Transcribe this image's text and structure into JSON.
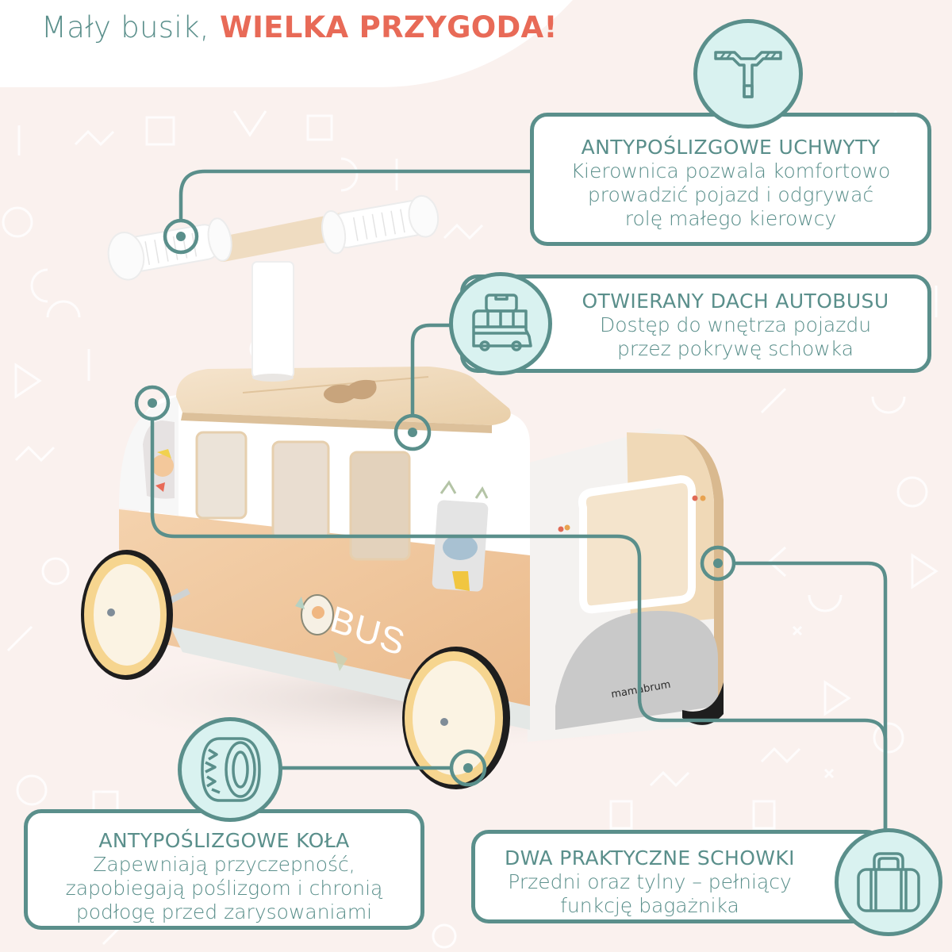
{
  "headline": {
    "normal_text": "Mały busik,",
    "strong_text": "WIELKA PRZYGODA!"
  },
  "colors": {
    "background": "#faf1ee",
    "accent_teal": "#5a8f8b",
    "icon_fill": "#d9f2f0",
    "headline_red": "#e86a57",
    "box_fill": "#ffffff"
  },
  "product": {
    "side_label": "BUS",
    "brand": "mamabrum",
    "description": "Wooden ride-on bus walker with handlebar, sliding roof lid and rear storage"
  },
  "callouts": [
    {
      "id": "grips",
      "icon": "handlebar-icon",
      "title": "ANTYPOŚLIZGOWE UCHWYTY",
      "lines": [
        "Kierownica pozwala komfortowo",
        "prowadzić pojazd i odgrywać",
        "rolę małego kierowcy"
      ]
    },
    {
      "id": "roof",
      "icon": "bus-luggage-icon",
      "title": "OTWIERANY DACH AUTOBUSU",
      "lines": [
        "Dostęp do wnętrza pojazdu",
        "przez pokrywę schowka"
      ]
    },
    {
      "id": "wheels",
      "icon": "tire-icon",
      "title": "ANTYPOŚLIZGOWE KOŁA",
      "lines": [
        "Zapewniają przyczepność,",
        "zapobiegają poślizgom i chronią",
        "podłogę przed zarysowaniami"
      ]
    },
    {
      "id": "storage",
      "icon": "bag-icon",
      "title": "DWA PRAKTYCZNE SCHOWKI",
      "lines": [
        "Przedni oraz tylny – pełniący",
        "funkcję bagażnika"
      ]
    }
  ]
}
